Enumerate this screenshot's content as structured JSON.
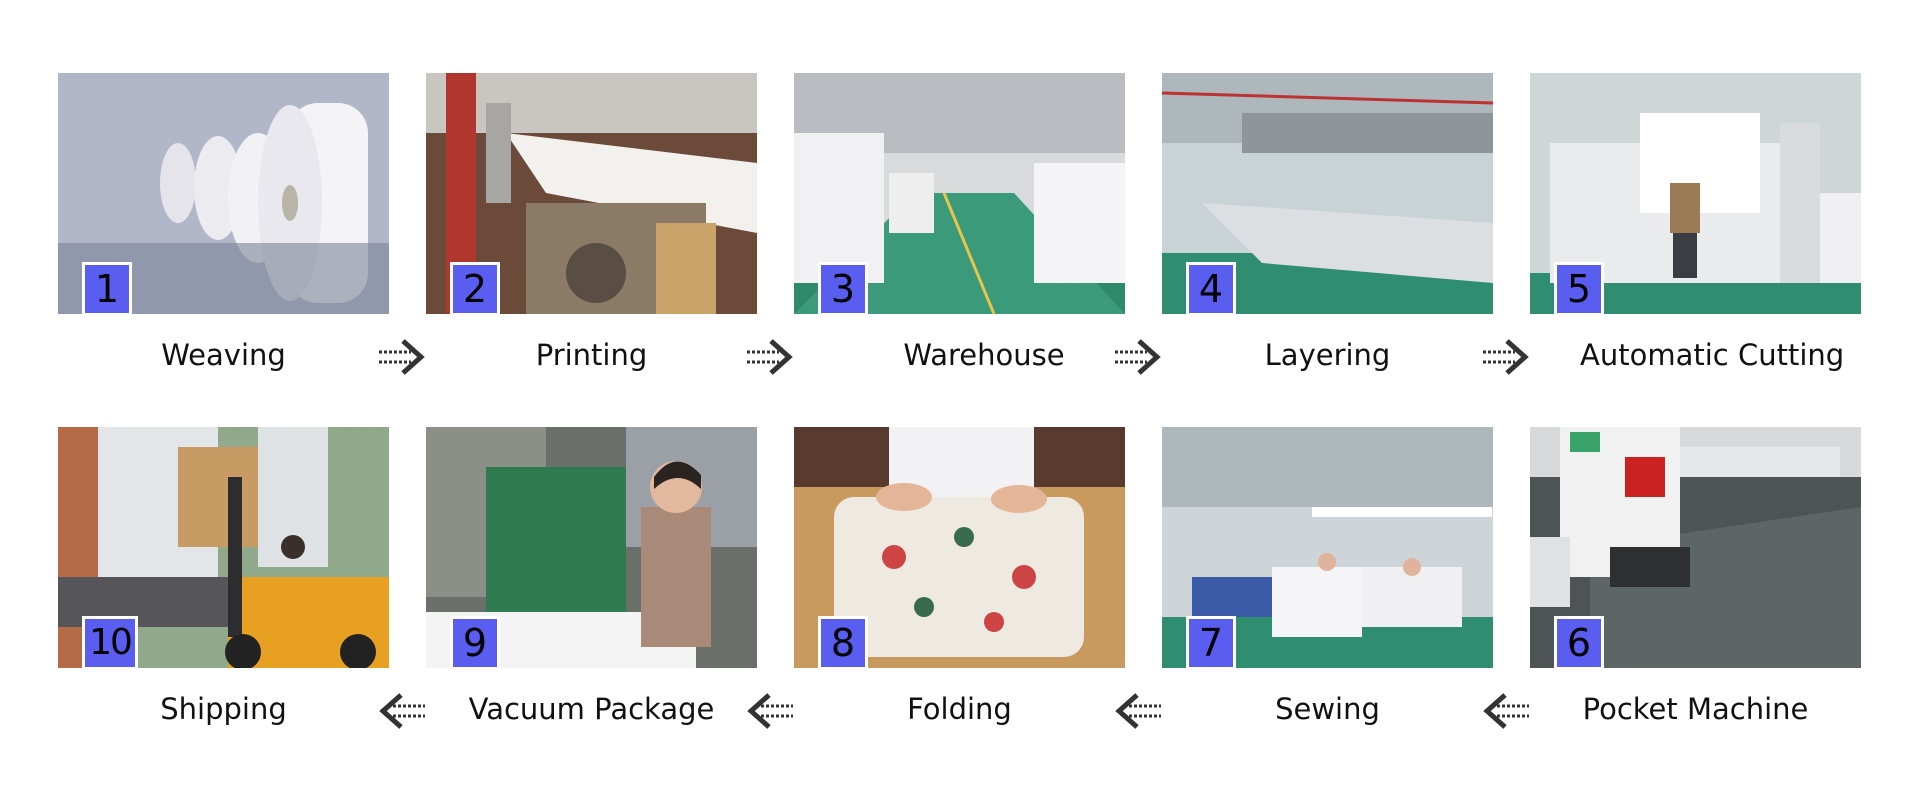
{
  "steps": [
    {
      "num": "1",
      "label": "Weaving"
    },
    {
      "num": "2",
      "label": "Printing"
    },
    {
      "num": "3",
      "label": "Warehouse"
    },
    {
      "num": "4",
      "label": "Layering"
    },
    {
      "num": "5",
      "label": "Automatic Cutting"
    },
    {
      "num": "6",
      "label": "Pocket Machine"
    },
    {
      "num": "7",
      "label": "Sewing"
    },
    {
      "num": "8",
      "label": "Folding"
    },
    {
      "num": "9",
      "label": "Vacuum Package"
    },
    {
      "num": "10",
      "label": "Shipping"
    }
  ],
  "colors": {
    "badge": "#5a5ef0",
    "arrow": "#333333"
  }
}
